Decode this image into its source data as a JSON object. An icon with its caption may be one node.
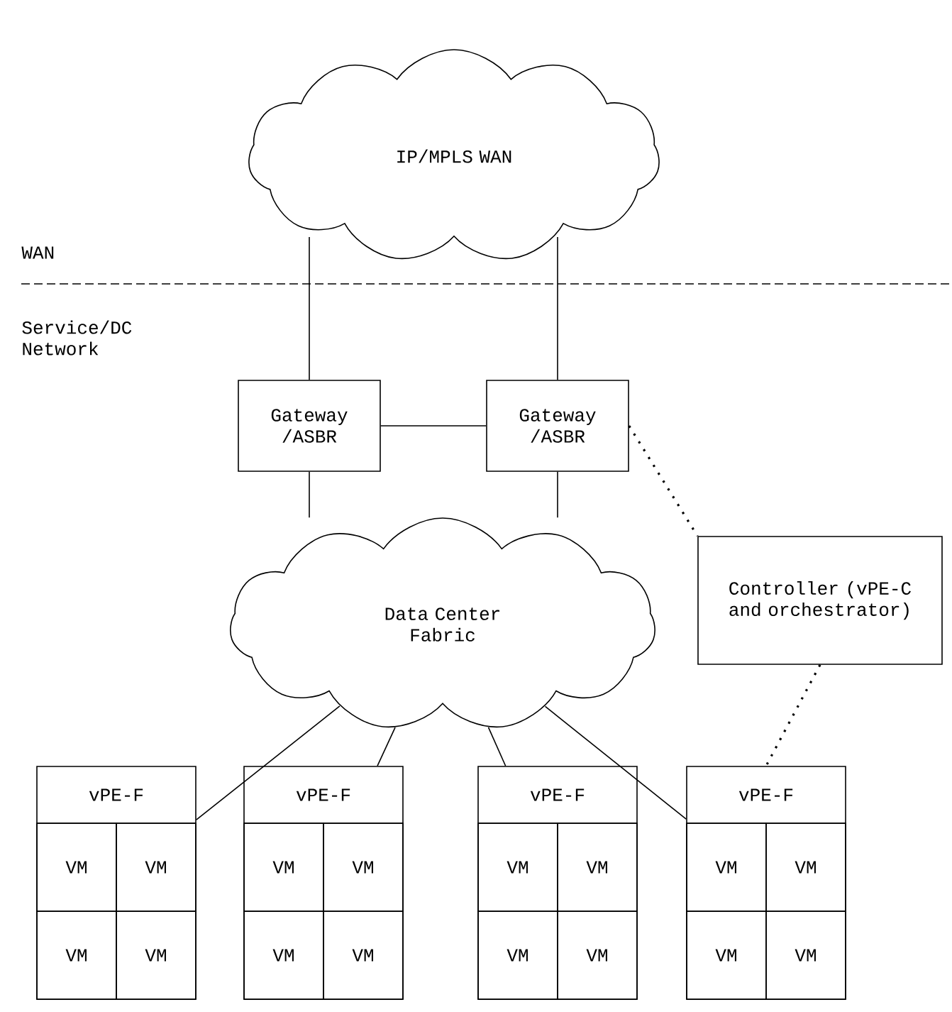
{
  "diagram": {
    "nodes": [
      {
        "text": [
          "IP/MPLS WAN"
        ]
      },
      {
        "text": [
          "Gateway /ASBR"
        ]
      },
      {
        "text": [
          "Gateway /ASBR"
        ]
      },
      {
        "text": [
          "Data Center Fabric"
        ]
      },
      {
        "text": [
          "Controller (vPE-C and orchestrator)"
        ]
      },
      {
        "text": [
          "vPE-F"
        ]
      },
      {
        "text": [
          "VM"
        ],
        "in": 5
      },
      {
        "text": [
          "VM"
        ],
        "in": 5
      },
      {
        "text": [
          "VM"
        ],
        "in": 5
      },
      {
        "text": [
          "VM"
        ],
        "in": 5
      },
      {
        "text": [
          "vPE-F"
        ]
      },
      {
        "text": [
          "VM"
        ],
        "in": 10
      },
      {
        "text": [
          "VM"
        ],
        "in": 10
      },
      {
        "text": [
          "VM"
        ],
        "in": 10
      },
      {
        "text": [
          "VM"
        ],
        "in": 10
      },
      {
        "text": [
          "vPE-F"
        ]
      },
      {
        "text": [
          "VM"
        ],
        "in": 15
      },
      {
        "text": [
          "VM"
        ],
        "in": 15
      },
      {
        "text": [
          "VM"
        ],
        "in": 15
      },
      {
        "text": [
          "VM"
        ],
        "in": 15
      },
      {
        "text": [
          "vPE-F"
        ]
      },
      {
        "text": [
          "VM"
        ],
        "in": 20
      },
      {
        "text": [
          "VM"
        ],
        "in": 20
      },
      {
        "text": [
          "VM"
        ],
        "in": 20
      },
      {
        "text": [
          "VM"
        ],
        "in": 20
      }
    ],
    "edges": [
      {
        "from": 0,
        "to": 1,
        "arrow": "none"
      },
      {
        "from": 0,
        "to": 2,
        "arrow": "none"
      },
      {
        "from": 1,
        "to": 2,
        "arrow": "none"
      },
      {
        "from": 1,
        "to": 3,
        "arrow": "none"
      },
      {
        "from": 2,
        "to": 3,
        "arrow": "none"
      },
      {
        "from": 3,
        "to": 5,
        "arrow": "none"
      },
      {
        "from": 3,
        "to": 10,
        "arrow": "none"
      },
      {
        "from": 3,
        "to": 15,
        "arrow": "none"
      },
      {
        "from": 3,
        "to": 20,
        "arrow": "none"
      },
      {
        "from": 2,
        "to": 4,
        "arrow": "none",
        "style": "dashed"
      },
      {
        "from": 4,
        "to": 20,
        "arrow": "none",
        "style": "dashed"
      }
    ],
    "labels": [
      "WAN",
      "Service/DC Network"
    ]
  }
}
